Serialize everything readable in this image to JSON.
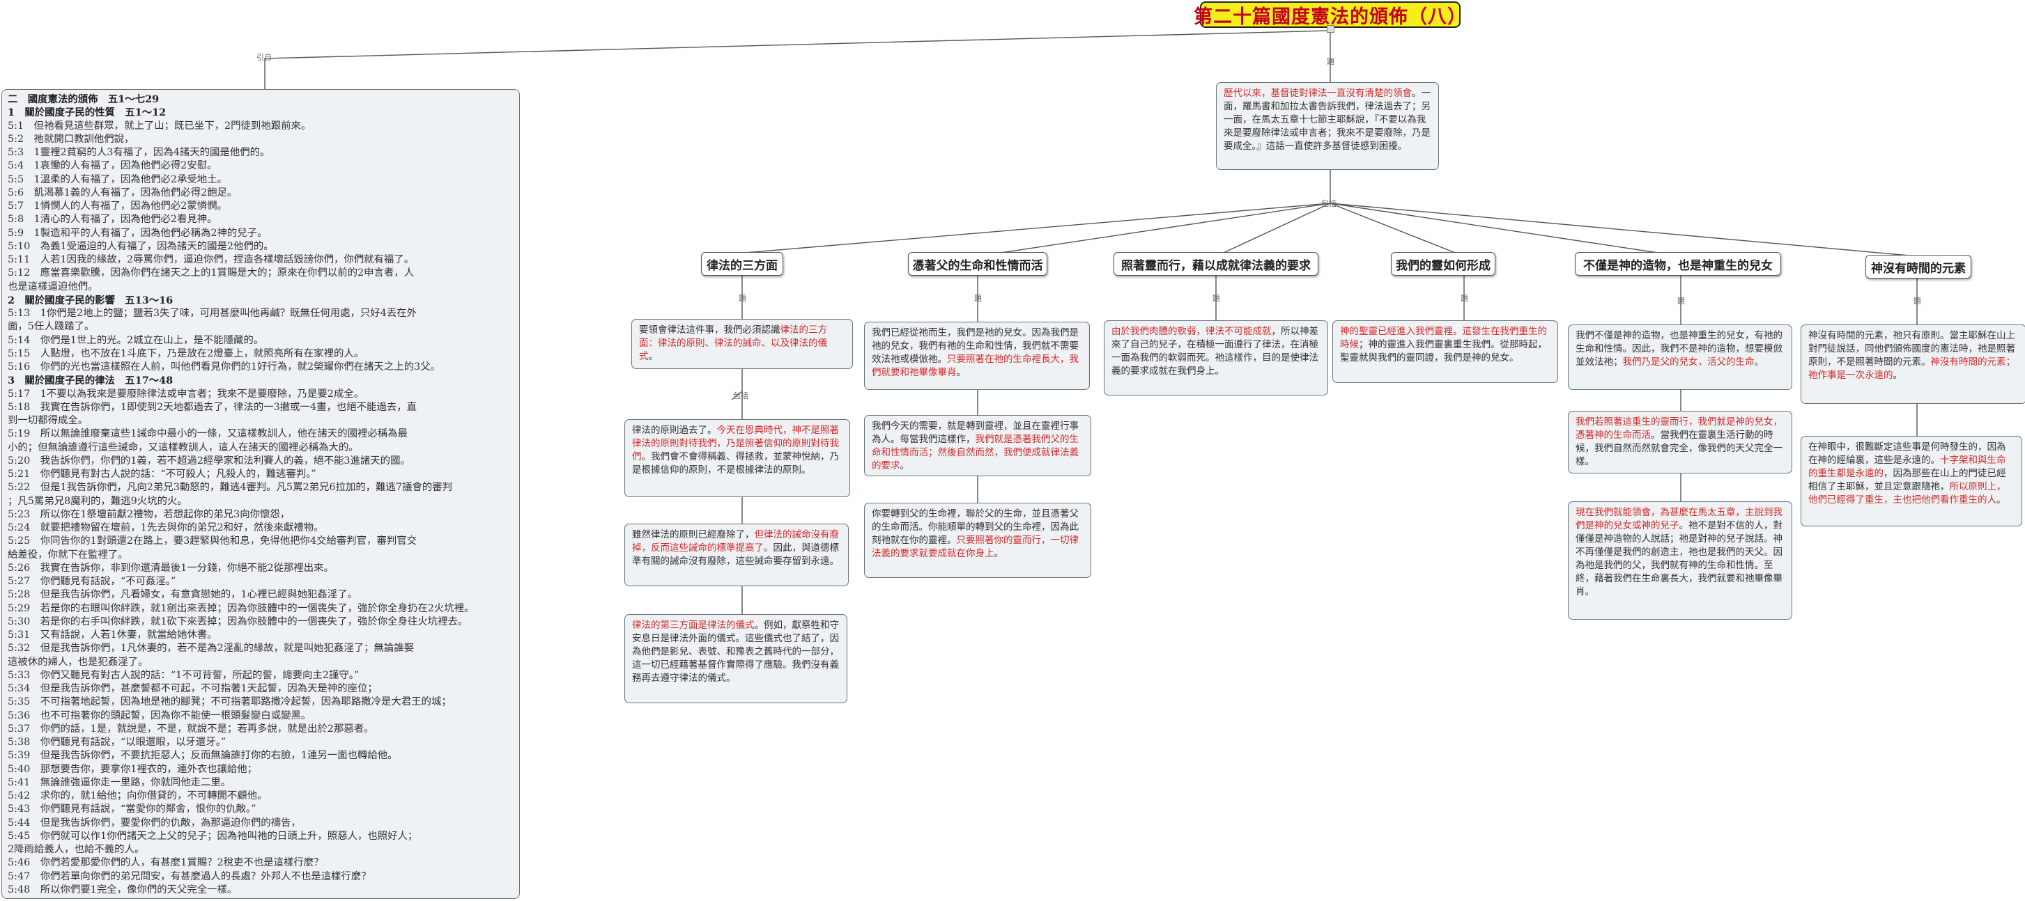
{
  "root": {
    "title": "第二十篇國度憲法的頒佈（八）"
  },
  "edge_labels": {
    "quote": "引自",
    "main": "題",
    "contains": "包括"
  },
  "scripture": {
    "lines": [
      {
        "t": "二　國度憲法的頒佈　五1～七29",
        "h": true
      },
      {
        "t": "1　關於國度子民的性質　五1～12",
        "h": true
      },
      {
        "t": "5:1　但祂看見這些群眾，就上了山；既已坐下，2門徒到祂跟前來。"
      },
      {
        "t": "5:2　祂就開口教訓他們說，"
      },
      {
        "t": "5:3　1靈裡2貧窮的人3有福了，因為4諸天的國是他們的。"
      },
      {
        "t": "5:4　1哀慟的人有福了，因為他們必得2安慰。"
      },
      {
        "t": "5:5　1溫柔的人有福了，因為他們必2承受地土。"
      },
      {
        "t": "5:6　飢渴慕1義的人有福了，因為他們必得2飽足。"
      },
      {
        "t": "5:7　1憐憫人的人有福了，因為他們必2蒙憐憫。"
      },
      {
        "t": "5:8　1清心的人有福了，因為他們必2看見神。"
      },
      {
        "t": "5:9　1製造和平的人有福了，因為他們必稱為2神的兒子。"
      },
      {
        "t": "5:10　為義1受逼迫的人有福了，因為諸天的國是2他們的。"
      },
      {
        "t": "5:11　人若1因我的緣故，2辱罵你們，逼迫你們，捏造各樣壞話毀謗你們，你們就有福了。"
      },
      {
        "t": "5:12　應當喜樂歡騰，因為你們在諸天之上的1賞賜是大的；原來在你們以前的2申言者，人"
      },
      {
        "t": "也是這樣逼迫他們。"
      },
      {
        "t": "2　關於國度子民的影響　五13～16",
        "h": true
      },
      {
        "t": "5:13　1你們是2地上的鹽；鹽若3失了味，可用甚麼叫他再鹹？既無任何用處，只好4丟在外"
      },
      {
        "t": "面，5任人踐踏了。"
      },
      {
        "t": "5:14　你們是1世上的光。2城立在山上，是不能隱藏的。"
      },
      {
        "t": "5:15　人點燈，也不放在1斗底下，乃是放在2燈臺上，就照亮所有在家裡的人。"
      },
      {
        "t": "5:16　你們的光也當這樣照在人前，叫他們看見你們的1好行為，就2榮耀你們在諸天之上的3父。"
      },
      {
        "t": "3　關於國度子民的律法　五17～48",
        "h": true
      },
      {
        "t": "5:17　1不要以為我來是要廢除律法或申言者；我來不是要廢除，乃是要2成全。"
      },
      {
        "t": "5:18　我實在告訴你們，1即使到2天地都過去了，律法的一3撇或一4畫，也絕不能過去，直"
      },
      {
        "t": "到一切都得成全。"
      },
      {
        "t": "5:19　所以無論誰廢棄這些1誡命中最小的一條，又這樣教訓人，他在諸天的國裡必稱為最"
      },
      {
        "t": "小的；但無論誰遵行這些誡命，又這樣教訓人，這人在諸天的國裡必稱為大的。"
      },
      {
        "t": "5:20　我告訴你們，你們的1義，若不超過2經學家和法利賽人的義，絕不能3進諸天的國。"
      },
      {
        "t": "5:21　你們聽見有對古人說的話：“不可殺人；凡殺人的，難逃審判。”"
      },
      {
        "t": "5:22　但是1我告訴你們，凡向2弟兄3動怒的，難逃4審判。凡5罵2弟兄6拉加的，難逃7議會的審判"
      },
      {
        "t": "；凡5罵弟兄8魔利的，難逃9火坑的火。"
      },
      {
        "t": "5:23　所以你在1祭壇前獻2禮物，若想起你的弟兄3向你懷怨，"
      },
      {
        "t": "5:24　就要把禮物留在壇前，1先去與你的弟兄2和好，然後來獻禮物。"
      },
      {
        "t": "5:25　你同告你的1對頭還2在路上，要3趕緊與他和息，免得他把你4交給審判官，審判官交"
      },
      {
        "t": "給差役，你就下在監裡了。"
      },
      {
        "t": "5:26　我實在告訴你，非到你還清最後1一分錢，你絕不能2從那裡出來。"
      },
      {
        "t": "5:27　你們聽見有話說，“不可姦淫。”"
      },
      {
        "t": "5:28　但是我告訴你們，凡看婦女，有意貪戀她的，1心裡已經與她犯姦淫了。"
      },
      {
        "t": "5:29　若是你的右眼叫你絆跌，就1剜出來丟掉；因為你肢體中的一個喪失了，強於你全身扔在2火坑裡。"
      },
      {
        "t": "5:30　若是你的右手叫你絆跌，就1砍下來丟掉；因為你肢體中的一個喪失了，強於你全身往火坑裡去。"
      },
      {
        "t": "5:31　又有話說，人若1休妻，就當給她休書。"
      },
      {
        "t": "5:32　但是我告訴你們，1凡休妻的，若不是為2淫亂的緣故，就是叫她犯姦淫了；無論誰娶"
      },
      {
        "t": "這被休的婦人，也是犯姦淫了。"
      },
      {
        "t": "5:33　你們又聽見有對古人說的話：“1不可背誓，所起的誓，總要向主2謹守。”"
      },
      {
        "t": "5:34　但是我告訴你們，甚麼誓都不可起，不可指著1天起誓，因為天是神的座位；"
      },
      {
        "t": "5:35　不可指著地起誓，因為地是祂的腳凳；不可指著耶路撒冷起誓，因為耶路撒冷是大君王的城；"
      },
      {
        "t": "5:36　也不可指著你的頭起誓，因為你不能使一根頭髮變白或變黑。"
      },
      {
        "t": "5:37　你們的話，1是，就說是，不是，就說不是；若再多說，就是出於2那惡者。"
      },
      {
        "t": "5:38　你們聽見有話說，“以眼還眼，以牙還牙。”"
      },
      {
        "t": "5:39　但是我告訴你們，不要抗拒惡人；反而無論誰打你的右臉，1連另一面也轉給他。"
      },
      {
        "t": "5:40　那想要告你，要拿你1裡衣的，連外衣也讓給他；"
      },
      {
        "t": "5:41　無論誰強逼你走一里路，你就同他走二里。"
      },
      {
        "t": "5:42　求你的，就1給他；向你借貸的，不可轉開不顧他。"
      },
      {
        "t": "5:43　你們聽見有話說，“當愛你的鄰舍，恨你的仇敵。”"
      },
      {
        "t": "5:44　但是我告訴你們，要愛你們的仇敵，為那逼迫你們的禱告，"
      },
      {
        "t": "5:45　你們就可以作1你們諸天之上父的兒子；因為祂叫祂的日頭上升，照惡人，也照好人；"
      },
      {
        "t": "2降雨給義人，也給不義的人。"
      },
      {
        "t": "5:46　你們若愛那愛你們的人，有甚麼1賞賜？2稅吏不也是這樣行麼？"
      },
      {
        "t": "5:47　你們若單向你們的弟兄問安，有甚麼過人的長處？外邦人不也是這樣行麼？"
      },
      {
        "t": "5:48　所以你們要1完全，像你們的天父完全一樣。"
      }
    ]
  },
  "intro": {
    "segments": [
      {
        "t": "歷代以來，",
        "r": true
      },
      {
        "t": "基督徒對律法一直沒有清楚的領會",
        "r": true
      },
      {
        "t": "。一面，羅馬書和加拉太書告訴我們，律法過去了；另一面，在馬太五章十七節主耶穌說，『不要以為我來是要廢除律法或申言者；我來不是要廢除，乃是要成全。』這話一直使許多基督徒感到困擾。",
        "r": false
      }
    ]
  },
  "topics": [
    {
      "label": "律法的三方面"
    },
    {
      "label": "憑著父的生命和性情而活"
    },
    {
      "label": "照著靈而行，藉以成就律法義的要求"
    },
    {
      "label": "我們的靈如何形成"
    },
    {
      "label": "不僅是神的造物，也是神重生的兒女"
    },
    {
      "label": "神沒有時間的元素"
    }
  ],
  "notes": [
    {
      "segments": [
        {
          "t": "要領會律法這件事，我們必須認識",
          "r": false
        },
        {
          "t": "律法的三方面：律法的原則、律法的誡命、以及律法的儀式",
          "r": true
        },
        {
          "t": "。",
          "r": false
        }
      ]
    },
    {
      "segments": [
        {
          "t": "律法的原則過去了。",
          "r": false
        },
        {
          "t": "今天在恩典時代，神不是照著律法的原則對待我們，乃是照著信仰的原則對待我們",
          "r": true
        },
        {
          "t": "。我們會不會得稱義、得拯救，並蒙神悅納，乃是根據信仰的原則，不是根據律法的原則。",
          "r": false
        }
      ]
    },
    {
      "segments": [
        {
          "t": "雖然律法的原則已經廢除了，",
          "r": false
        },
        {
          "t": "但律法的誡命沒有廢掉，反而這些誡命的標準提高了",
          "r": true
        },
        {
          "t": "。因此，與道德標準有關的誡命沒有廢除，這些誡命要存留到永遠。",
          "r": false
        }
      ]
    },
    {
      "segments": [
        {
          "t": "律法的第三方面是律法的儀式",
          "r": true
        },
        {
          "t": "。例如，獻祭牲和守安息日是律法外面的儀式。這些儀式也了結了，因為他們是影兒、表號、和豫表之舊時代的一部分，這一切已經藉著基督作實際得了應驗。我們沒有義務再去遵守律法的儀式。",
          "r": false
        }
      ]
    },
    {
      "segments": [
        {
          "t": "我們已經從祂而生，我們是祂的兒女。因為我們是祂的兒女，我們有祂的生命和性情，我們就不需要效法祂或模倣祂。",
          "r": false
        },
        {
          "t": "只要照著在祂的生命裡長大，我們就要和祂畢像畢肖",
          "r": true
        },
        {
          "t": "。",
          "r": false
        }
      ]
    },
    {
      "segments": [
        {
          "t": "我們今天的需要，就是轉到靈裡，並且在靈裡行事為人。每當我們這樣作，",
          "r": false
        },
        {
          "t": "我們就是憑著我們父的生命和性情而活；然後自然而然，我們便成就律法義的要求",
          "r": true
        },
        {
          "t": "。",
          "r": false
        }
      ]
    },
    {
      "segments": [
        {
          "t": "你要轉到父的生命裡，聯於父的生命，並且憑著父的生命而活。你能順單的轉到父的生命裡，因為此刻祂就在你的靈裡。",
          "r": false
        },
        {
          "t": "只要照著你的靈而行，一切律法義的要求就要成就在你身上",
          "r": true
        },
        {
          "t": "。",
          "r": false
        }
      ]
    },
    {
      "segments": [
        {
          "t": "由於我們肉體的軟弱，律法不可能成就",
          "r": true
        },
        {
          "t": "，所以神差來了自己的兒子，在積極一面遵行了律法，在消極一面為我們的軟弱而死。祂這樣作，目的是使律法義的要求成就在我們身上。",
          "r": false
        }
      ]
    },
    {
      "segments": [
        {
          "t": "神的聖靈已經進入我們靈裡。這發生在我們重生的時候",
          "r": true
        },
        {
          "t": "；神的靈進入我們靈裏重生我們。從那時起，聖靈就與我們的靈同證，我們是神的兒女。",
          "r": false
        }
      ]
    },
    {
      "segments": [
        {
          "t": "我們不僅是神的造物，也是神重生的兒女，有祂的生命和性情。因此，我們不是神的造物，想要模倣並效法祂；",
          "r": false
        },
        {
          "t": "我們乃是父的兒女，活父的生命",
          "r": true
        },
        {
          "t": "。",
          "r": false
        }
      ]
    },
    {
      "segments": [
        {
          "t": "我們若照著這重生的靈而行，我們就是神的兒女，憑著神的生命而活",
          "r": true
        },
        {
          "t": "。當我們在靈裏生活行動的時候，我們自然而然就會完全，像我們的天父完全一樣。",
          "r": false
        }
      ]
    },
    {
      "segments": [
        {
          "t": "現在我們就能領會，為甚麼在馬太五章，主說到我們是神的兒女或神的兒子",
          "r": true
        },
        {
          "t": "。祂不是對不信的人，對僅僅是神造物的人說話；祂是對神的兒子說話。神不再僅僅是我們的創造主，祂也是我們的天父。因為祂是我們的父，我們就有神的生命和性情。至終，藉著我們在生命裏長大，我們就要和祂畢像畢肖。",
          "r": false
        }
      ]
    },
    {
      "segments": [
        {
          "t": "神沒有時間的元素，祂只有原則。當主耶穌在山上對門徒說話，同他們頒佈國度的憲法時，祂是照著原則，不是照著時間的元素。",
          "r": false
        },
        {
          "t": "神沒有時間的元素；祂作事是一次永遠的",
          "r": true
        },
        {
          "t": "。",
          "r": false
        }
      ]
    },
    {
      "segments": [
        {
          "t": "在神眼中，很難斷定這些事是何時發生的，因為在神的經綸裏，這些是永遠的。",
          "r": false
        },
        {
          "t": "十字架和與生命的重生都是永遠的",
          "r": true
        },
        {
          "t": "，因為那些在山上的門徒已經相信了主耶穌，並且定意跟隨祂，",
          "r": false
        },
        {
          "t": "所以原則上，他們已經得了重生，主也把他們看作重生的人",
          "r": true
        },
        {
          "t": "。",
          "r": false
        }
      ]
    }
  ],
  "colors": {
    "root_bg": "#f4ee1a",
    "root_text": "#c4001c",
    "note_bg": "#eef2f4",
    "note_border": "#6a7478",
    "accent_text": "#d42a2a",
    "wire": "#555555"
  }
}
